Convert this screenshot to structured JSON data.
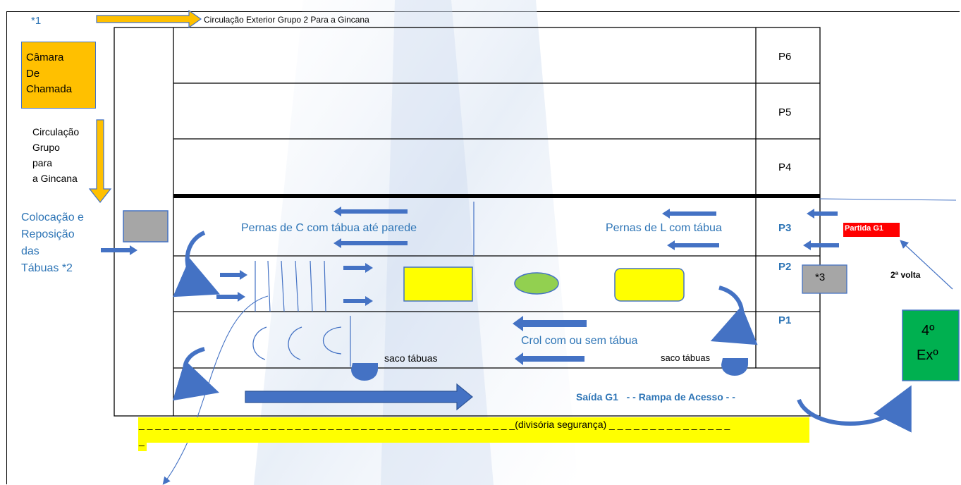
{
  "marker_1": "*1",
  "top_circulation": "Circulação Exterior Grupo 2 Para a Gincana",
  "call_room": [
    "Câmara",
    "De",
    "Chamada"
  ],
  "circulation_group": [
    "Circulação",
    "Grupo",
    "para",
    "a Gincana"
  ],
  "boards_placement": [
    "Colocação e",
    "Reposição",
    "das",
    "Tábuas *2"
  ],
  "lanes": {
    "p6": "P6",
    "p5": "P5",
    "p4": "P4",
    "p3": "P3",
    "p2": "P2",
    "p1": "P1"
  },
  "lane3_left": "Pernas de C com tábua até parede",
  "lane3_right": "Pernas de L com tábua",
  "start_g1": "Partida G1",
  "marker_3": "*3",
  "second_lap": "2ª volta",
  "exercise_box": [
    "4º",
    "Exº"
  ],
  "lane1_text": "Crol com ou sem tábua",
  "board_bag_left": "saco tábuas",
  "board_bag_right": "saco tábuas",
  "exit_text": "Saída G1   - - Rampa de Acesso - -",
  "safety_divider": "_ _ _ _ _ _ _ _ _ _ _ _ _ _ _ _ _ _ _ _ _ _ _ _ _ _ _ _ _ _ _ _ _ _ _ _ _ _ _ _ _ _ _ _ _ _(divisória segurança) _ _ _ _ _ _ _ _ _ _ _ _ _ _ _",
  "safety_divider_tail": "_",
  "colors": {
    "orange": "#ffc000",
    "blue_text": "#2e75b6",
    "arrow_blue": "#4472c4",
    "yellow": "#ffff00",
    "green_ellipse": "#92d050",
    "green_box": "#00b050",
    "red": "#ff0000",
    "grey": "#a6a6a6"
  }
}
